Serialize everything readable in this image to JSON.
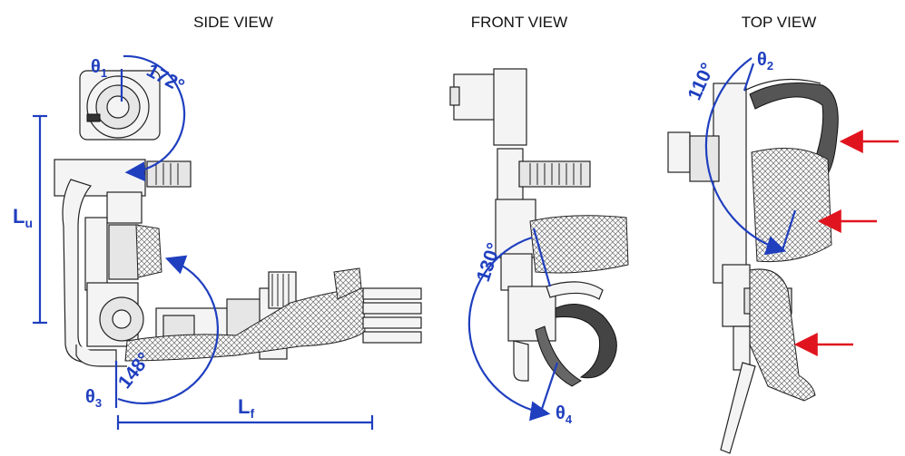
{
  "views": {
    "side": "SIDE VIEW",
    "front": "FRONT VIEW",
    "top": "TOP VIEW"
  },
  "labels": {
    "theta1": "θ",
    "theta1_sub": "1",
    "theta2": "θ",
    "theta2_sub": "2",
    "theta3": "θ",
    "theta3_sub": "3",
    "theta4": "θ",
    "theta4_sub": "4",
    "lu": "L",
    "lu_sub": "u",
    "lf": "L",
    "lf_sub": "f"
  },
  "angles": {
    "a172": "172°",
    "a148": "148°",
    "a130": "130°",
    "a110": "110°"
  },
  "colors": {
    "annotation": "#1f3fbf",
    "arrow": "#e0141e"
  }
}
